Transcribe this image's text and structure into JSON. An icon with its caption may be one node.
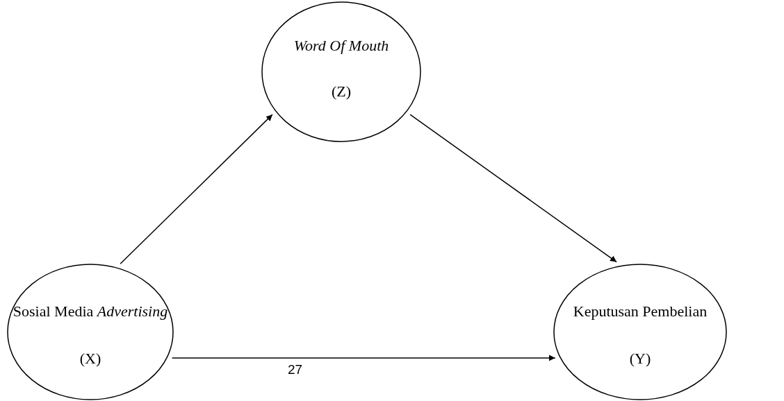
{
  "diagram": {
    "nodes": [
      {
        "text": [
          "Word Of Mouth",
          "(Z)"
        ]
      },
      {
        "text": [
          "Sosial Media *Advertising*",
          "(X)"
        ]
      },
      {
        "text": [
          "Keputusan Pembelian",
          "(Y)"
        ]
      }
    ],
    "edges": [
      {
        "from": 1,
        "to": 0,
        "arrow": "to"
      },
      {
        "from": 0,
        "to": 2,
        "arrow": "to"
      },
      {
        "from": 1,
        "to": 2,
        "arrow": "to"
      }
    ],
    "labels": [
      "27"
    ]
  }
}
